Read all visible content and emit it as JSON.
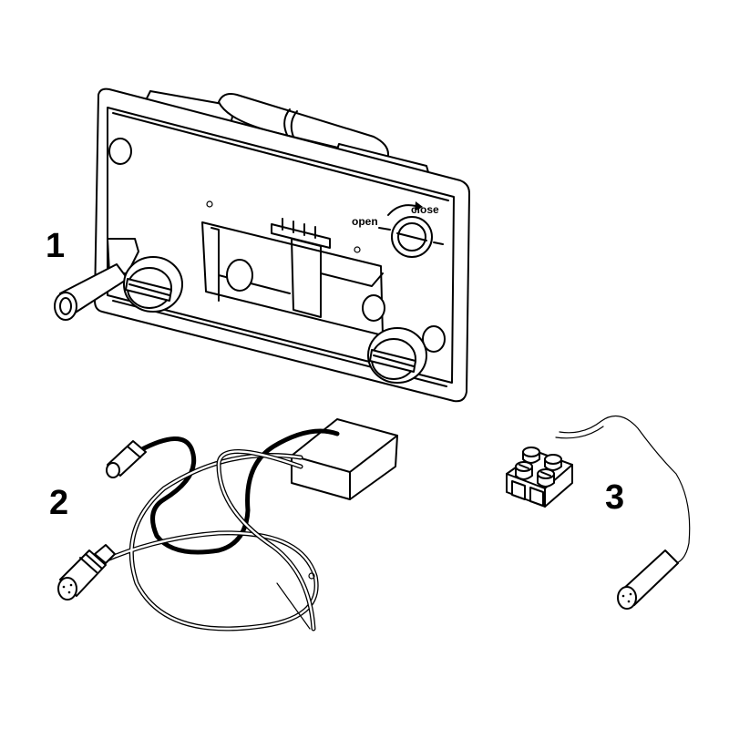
{
  "callouts": {
    "part_1": "1",
    "part_2": "2",
    "part_3": "3"
  },
  "panel": {
    "open_label": "open",
    "close_label": "close"
  },
  "colors": {
    "line": "#000000",
    "background": "#ffffff"
  }
}
